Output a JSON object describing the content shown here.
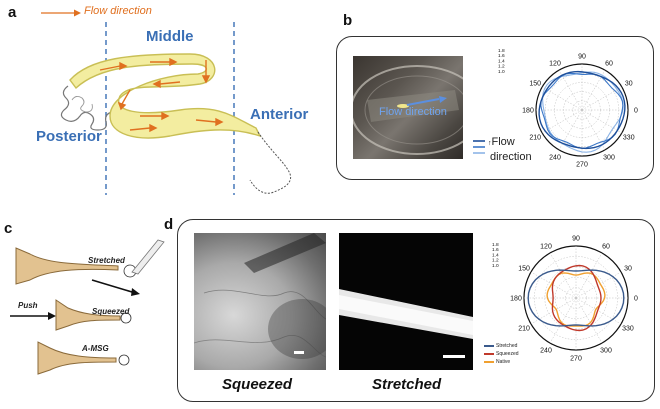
{
  "panels": {
    "a": {
      "label": "a",
      "flow_header": "Flow direction",
      "regions": {
        "posterior": "Posterior",
        "middle": "Middle",
        "anterior": "Anterior"
      }
    },
    "b": {
      "label": "b",
      "photo_overlay": "Flow direction",
      "legend_flow": "Flow",
      "legend_direction": "direction"
    },
    "c": {
      "label": "c",
      "stretched": "Stretched",
      "push": "Push",
      "squeezed": "Squeezed",
      "amsg": "A-MSG"
    },
    "d": {
      "label": "d",
      "caption_squeezed": "Squeezed",
      "caption_stretched": "Stretched",
      "legend": [
        "Stretched",
        "Squeezed",
        "Native"
      ]
    }
  },
  "polar_b": {
    "angle_labels": [
      "0",
      "30",
      "60",
      "90",
      "120",
      "150",
      "180",
      "210",
      "240",
      "270",
      "300",
      "330"
    ],
    "radial_labels": [
      "1.8",
      "1.6",
      "1.4",
      "1.2",
      "1.0"
    ]
  },
  "polar_d": {
    "angle_labels": [
      "0",
      "30",
      "60",
      "90",
      "120",
      "150",
      "180",
      "210",
      "240",
      "270",
      "300",
      "330"
    ],
    "radial_labels": [
      "1.8",
      "1.6",
      "1.4",
      "1.2",
      "1.0"
    ],
    "series_colors": {
      "stretched": "#3a5a8c",
      "squeezed": "#c0392b",
      "native": "#f0a030"
    }
  },
  "colors": {
    "flow_arrow": "#e07020",
    "region_text": "#3a6fb5",
    "divider": "#3a6fb5",
    "tract_fill": "#f3eda0",
    "tract_stroke": "#c9bf55"
  }
}
